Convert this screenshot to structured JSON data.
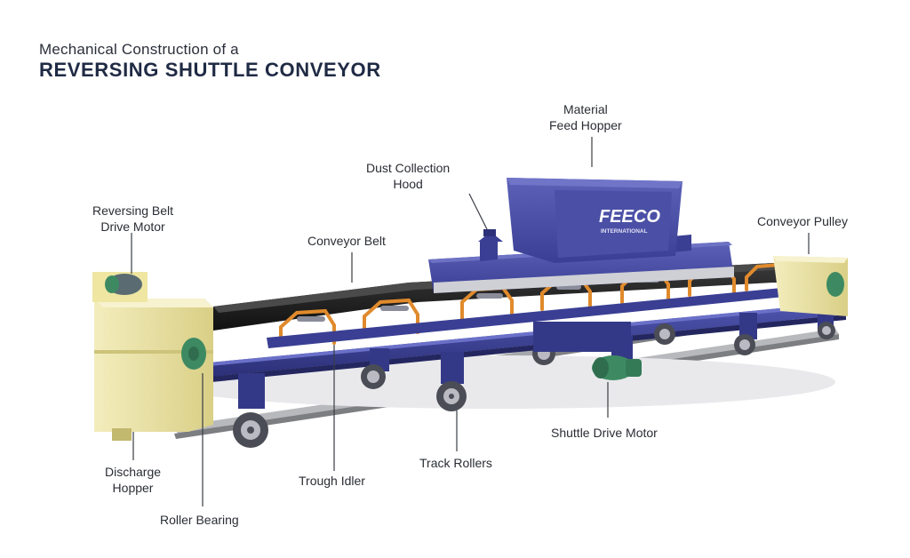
{
  "header": {
    "subtitle": "Mechanical Construction of a",
    "title": "REVERSING SHUTTLE CONVEYOR"
  },
  "callouts": {
    "material_feed_hopper": [
      "Material",
      "Feed Hopper"
    ],
    "dust_collection_hood": [
      "Dust Collection",
      "Hood"
    ],
    "reversing_belt_drive_motor": [
      "Reversing Belt",
      "Drive Motor"
    ],
    "conveyor_belt": [
      "Conveyor Belt"
    ],
    "conveyor_pulley": [
      "Conveyor Pulley"
    ],
    "discharge_hopper": [
      "Discharge",
      "Hopper"
    ],
    "roller_bearing": [
      "Roller Bearing"
    ],
    "trough_idler": [
      "Trough Idler"
    ],
    "track_rollers": [
      "Track Rollers"
    ],
    "shuttle_drive_motor": [
      "Shuttle Drive Motor"
    ]
  },
  "logo": {
    "brand": "FEECO",
    "tagline": "INTERNATIONAL"
  },
  "colors": {
    "frame": "#3a3f94",
    "frame_dark": "#2a2e70",
    "idler": "#e08a2c",
    "belt": "#222222",
    "hopper_yellow": "#efe6a2",
    "motor_green": "#3d8a62",
    "rail": "#8f9094",
    "label": "#2a2d33"
  }
}
